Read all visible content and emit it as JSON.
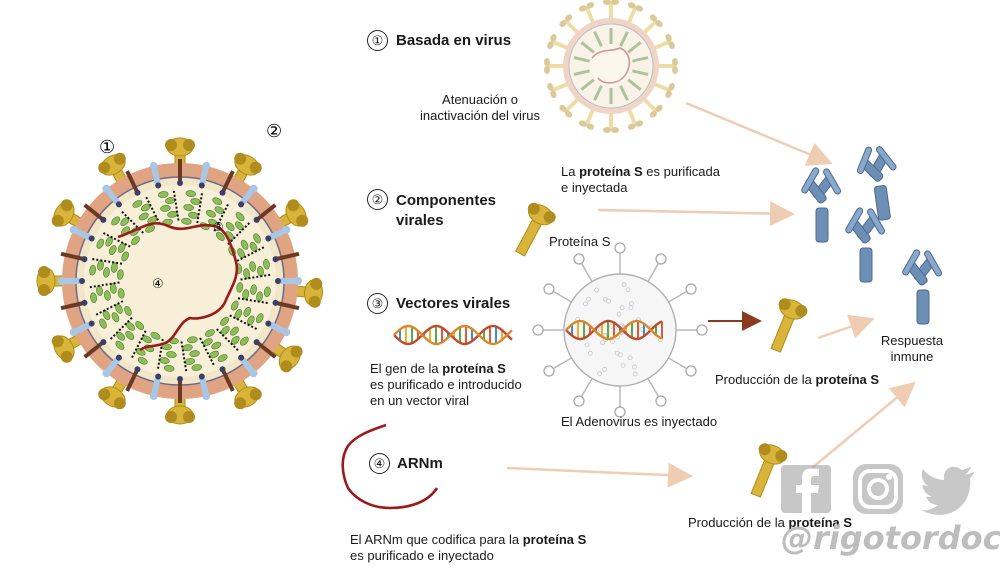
{
  "virus_markers": {
    "m1": "①",
    "m2": "②",
    "m3": "③",
    "m4": "④"
  },
  "steps": [
    {
      "marker": "①",
      "title": "Basada en virus",
      "note_line1": "Atenuación o",
      "note_line2": "inactivación del virus"
    },
    {
      "marker": "②",
      "title_line1": "Componentes",
      "title_line2": "virales",
      "desc_prefix": "La ",
      "desc_bold": "proteína S",
      "desc_suffix": " es purificada",
      "desc_line2": "e inyectada",
      "label": "Proteína S"
    },
    {
      "marker": "③",
      "title": "Vectores virales",
      "desc_prefix": "El gen de la ",
      "desc_bold": "proteína S",
      "desc_line2": "es purificado e introducido",
      "desc_line3": "en un vector viral",
      "vector_label": "El Adenovirus es inyectado",
      "production_prefix": "Producción de la ",
      "production_bold": "proteína S"
    },
    {
      "marker": "④",
      "title": "ARNm",
      "desc_prefix": "El ARNm que codifica para la ",
      "desc_bold": "proteína S",
      "desc_line2": "es purificado e inyectado",
      "production_prefix": "Producción de la ",
      "production_bold": "proteína S"
    }
  ],
  "response": {
    "line1": "Respuesta",
    "line2": "inmune"
  },
  "watermark": "@rigotordoc",
  "social_icons": [
    "facebook-icon",
    "instagram-icon",
    "twitter-icon"
  ],
  "colors": {
    "spike": "#d9b43a",
    "spike_dark": "#b08c1c",
    "membrane": "#e0a482",
    "rna": "#9b1a1a",
    "antibody": "#6e8fb5",
    "antibody_dark": "#4d6a8f",
    "arrow": "#efcdb2",
    "arrow_dark": "#8a3a1e",
    "watermark": "#bdbdbd",
    "protein_green": "#8dbd5a",
    "protein_blue": "#a9c7e4"
  }
}
